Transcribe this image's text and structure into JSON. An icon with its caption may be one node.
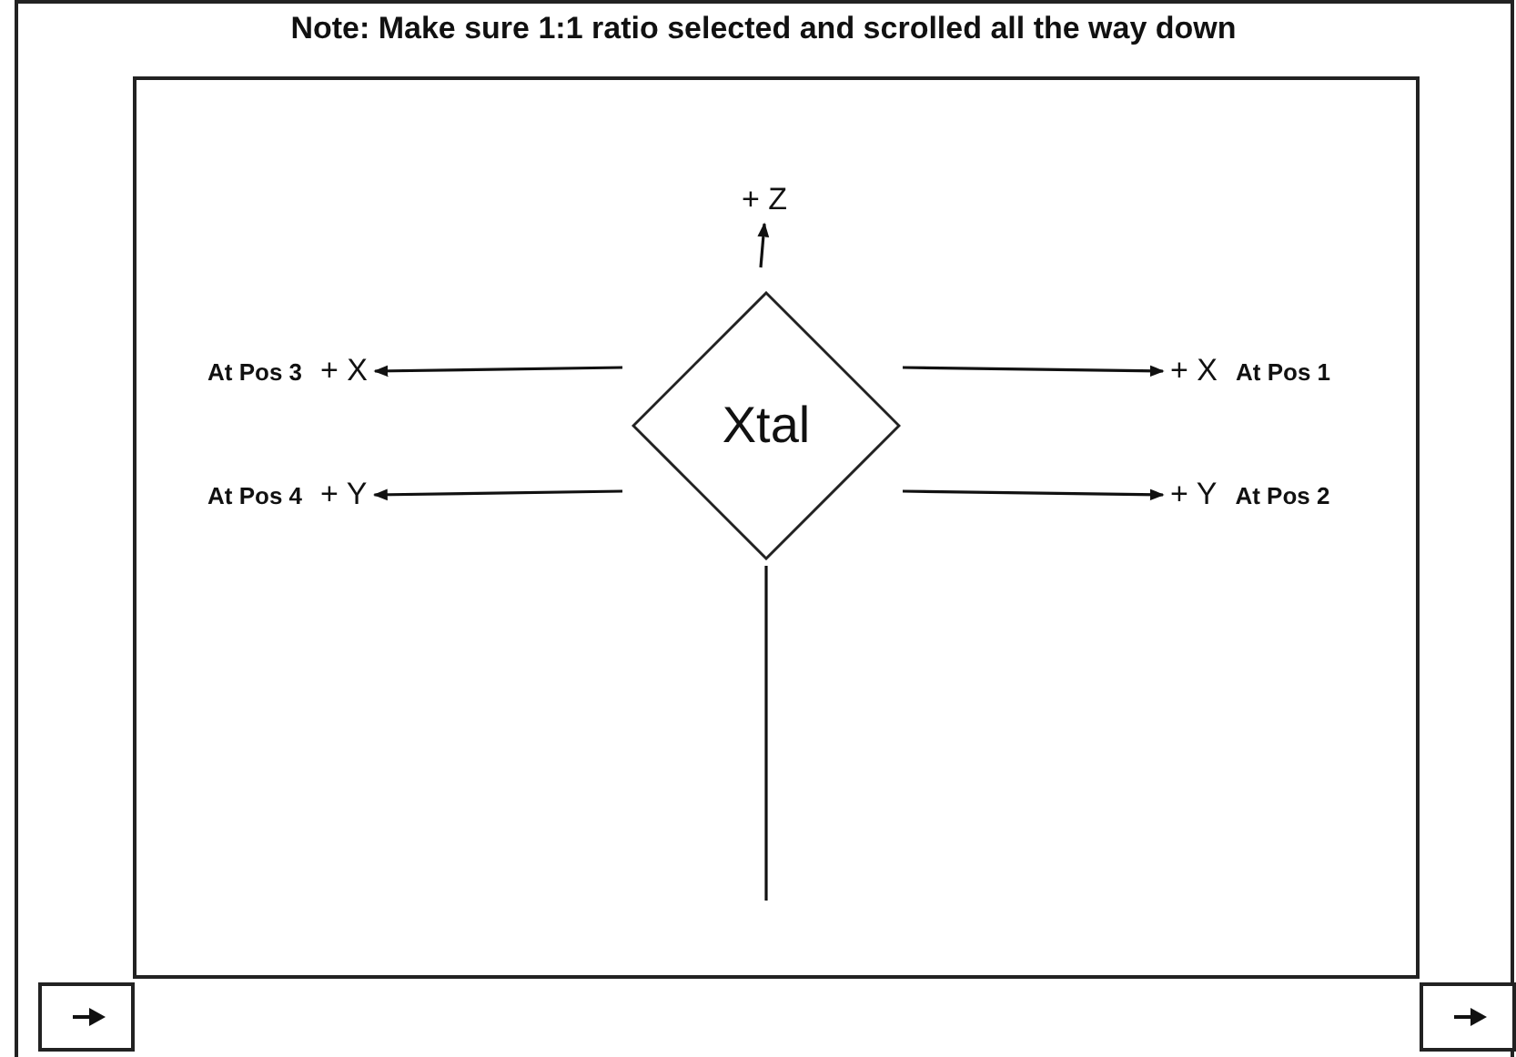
{
  "diagram": {
    "title": "Note: Make sure 1:1 ratio selected and scrolled all the way down",
    "nodes": [
      {
        "text": [],
        "shape": "box"
      },
      {
        "text": [
          "Xtal"
        ],
        "in": 0
      },
      {
        "text": [
          "+ Z"
        ],
        "in": 0
      },
      {
        "text": [
          "At Pos 3",
          "+ X"
        ],
        "in": 0
      },
      {
        "text": [
          "+ X",
          "At Pos 1"
        ],
        "in": 0
      },
      {
        "text": [
          "At Pos 4",
          "+ Y"
        ],
        "in": 0
      },
      {
        "text": [
          "+ Y",
          "At Pos 2"
        ],
        "in": 0
      }
    ],
    "edges": [
      {
        "from": null,
        "to": 2,
        "arrow": "to"
      },
      {
        "from": null,
        "to": 3,
        "arrow": "to"
      },
      {
        "from": null,
        "to": 4,
        "arrow": "to"
      },
      {
        "from": null,
        "to": 5,
        "arrow": "to"
      },
      {
        "from": null,
        "to": 6,
        "arrow": "to"
      },
      {
        "from": 1,
        "to": null,
        "arrow": "none"
      }
    ]
  }
}
